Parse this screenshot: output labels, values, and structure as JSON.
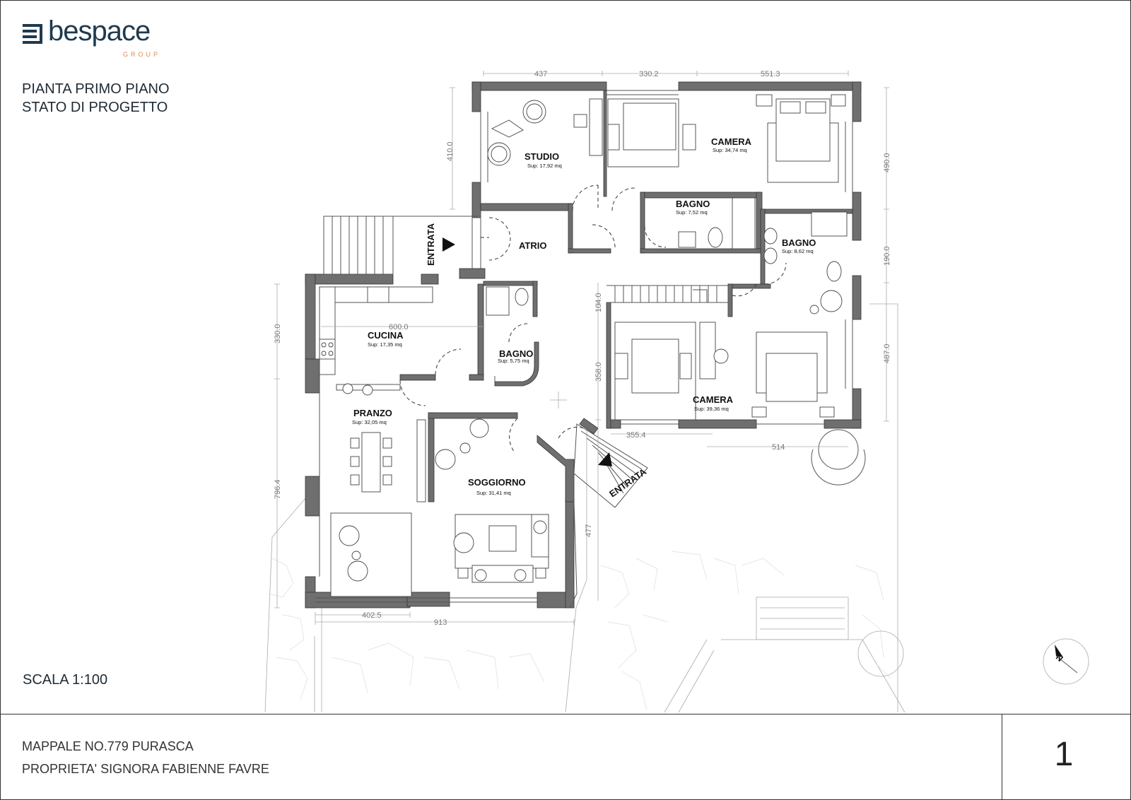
{
  "brand": {
    "name": "bespace",
    "sub": "GROUP"
  },
  "title": {
    "line1": "PIANTA PRIMO PIANO",
    "line2": "STATO DI PROGETTO"
  },
  "scale": "SCALA 1:100",
  "footer": {
    "line1": "MAPPALE NO.779 PURASCA",
    "line2": "PROPRIETA' SIGNORA FABIENNE FAVRE",
    "page": "1"
  },
  "rooms": {
    "studio": {
      "name": "STUDIO",
      "area": "Sup: 17,92 mq"
    },
    "camera_top": {
      "name": "CAMERA",
      "area": "Sup: 34,74 mq"
    },
    "bagno_top": {
      "name": "BAGNO",
      "area": "Sup: 7,52 mq"
    },
    "bagno_right": {
      "name": "BAGNO",
      "area": "Sup: 8,62 mq"
    },
    "atrio": {
      "name": "ATRIO"
    },
    "cucina": {
      "name": "CUCINA",
      "area": "Sup: 17,35 mq"
    },
    "bagno_small": {
      "name": "BAGNO",
      "area": "Sup: 5,75 mq"
    },
    "pranzo": {
      "name": "PRANZO",
      "area": "Sup: 32,05 mq"
    },
    "soggiorno": {
      "name": "SOGGIORNO",
      "area": "Sup: 31,41 mq"
    },
    "camera_bottom": {
      "name": "CAMERA",
      "area": "Sup: 39,36 mq"
    }
  },
  "entrances": {
    "west": "ENTRATA",
    "south": "ENTRATA"
  },
  "dimensions": {
    "top_1": "437",
    "top_2": "330.2",
    "top_3": "551.3",
    "left_studio": "410.0",
    "right_1": "490.0",
    "right_2": "190.0",
    "right_3": "487.0",
    "left_1": "330.0",
    "left_2": "796.4",
    "kitchen": "600.0",
    "stair": "104.0",
    "mid": "358.0",
    "mid_low": "477",
    "bottom_1": "402.5",
    "bottom_2": "913",
    "camera_w": "355.4",
    "terrace": "514"
  },
  "compass": "N"
}
